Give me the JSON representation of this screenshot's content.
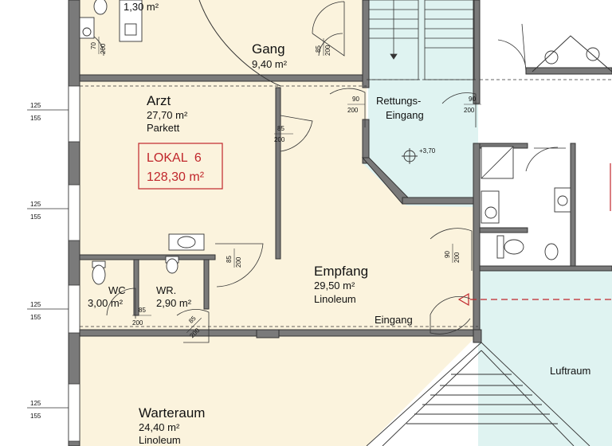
{
  "rooms": {
    "top_small_area": "1,30 m²",
    "gang": {
      "name": "Gang",
      "area": "9,40 m²"
    },
    "arzt": {
      "name": "Arzt",
      "area": "27,70 m²",
      "floor": "Parkett"
    },
    "rettung": {
      "line1": "Rettungs-",
      "line2": "Eingang"
    },
    "empfang": {
      "name": "Empfang",
      "area": "29,50 m²",
      "floor": "Linoleum"
    },
    "wc": {
      "name": "WC",
      "area": "3,00 m²"
    },
    "wr": {
      "name": "WR.",
      "area": "2,90 m²"
    },
    "eingang": "Eingang",
    "luftraum": "Luftraum",
    "warteraum": {
      "name": "Warteraum",
      "area": "24,40 m²",
      "floor": "Linoleum"
    }
  },
  "unit": {
    "name": "LOKAL  6",
    "area": "128,30 m²",
    "color": "#c0262b"
  },
  "elevation": "+3,70",
  "doors": {
    "d_top_wc": {
      "w": "70",
      "h": "200"
    },
    "d_gang": {
      "w": "85",
      "h": "200"
    },
    "d_arzt": {
      "w": "85",
      "h": "200"
    },
    "d_arzt_low": {
      "w": "85",
      "h": "200"
    },
    "d_rett1": {
      "w": "90",
      "h": "200"
    },
    "d_rett2": {
      "w": "90",
      "h": "200"
    },
    "d_eingang": {
      "w": "90",
      "h": "200"
    },
    "d_wc": {
      "w": "85",
      "h": "200"
    },
    "d_wr": {
      "w": "85",
      "h": "200"
    }
  },
  "windows": [
    {
      "a": "125",
      "b": "155"
    },
    {
      "a": "125",
      "b": "155"
    },
    {
      "a": "125",
      "b": "155"
    },
    {
      "a": "125",
      "b": "155"
    }
  ]
}
